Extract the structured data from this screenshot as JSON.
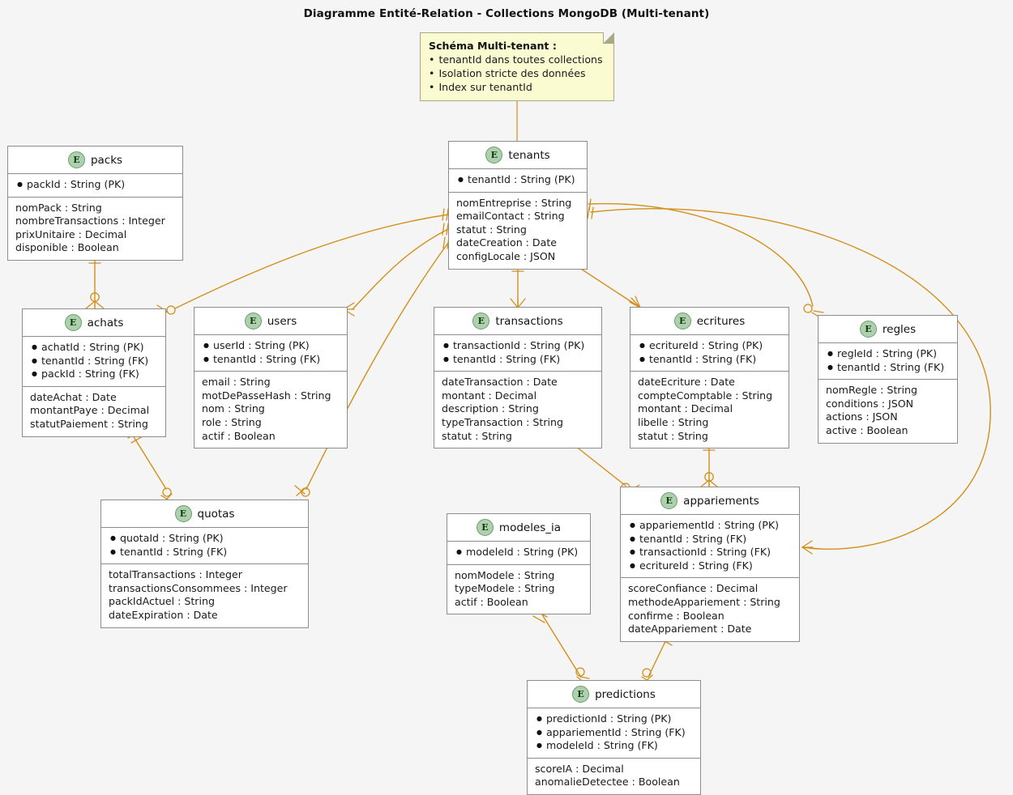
{
  "title": "Diagramme Entité-Relation - Collections MongoDB (Multi-tenant)",
  "colors": {
    "background": "#f5f5f5",
    "entity_fill": "#ffffff",
    "entity_border": "#8d8d8d",
    "entity_icon_fill": "#add1ad",
    "note_fill": "#fbfbd2",
    "note_border": "#a9a988",
    "relation_line": "#d38f1a",
    "text": "#1a1a1a"
  },
  "note": {
    "title": "Schéma Multi-tenant :",
    "items": [
      "tenantId dans toutes collections",
      "Isolation stricte des données",
      "Index sur tenantId"
    ]
  },
  "entity_icon_letter": "E",
  "entities": [
    {
      "id": "packs",
      "name": "packs",
      "keys": [
        "packId : String (PK)"
      ],
      "fields": [
        "nomPack : String",
        "nombreTransactions : Integer",
        "prixUnitaire : Decimal",
        "disponible : Boolean"
      ]
    },
    {
      "id": "tenants",
      "name": "tenants",
      "keys": [
        "tenantId : String (PK)"
      ],
      "fields": [
        "nomEntreprise : String",
        "emailContact : String",
        "statut : String",
        "dateCreation : Date",
        "configLocale : JSON"
      ]
    },
    {
      "id": "achats",
      "name": "achats",
      "keys": [
        "achatId : String (PK)",
        "tenantId : String (FK)",
        "packId : String (FK)"
      ],
      "fields": [
        "dateAchat : Date",
        "montantPaye : Decimal",
        "statutPaiement : String"
      ]
    },
    {
      "id": "users",
      "name": "users",
      "keys": [
        "userId : String (PK)",
        "tenantId : String (FK)"
      ],
      "fields": [
        "email : String",
        "motDePasseHash : String",
        "nom : String",
        "role : String",
        "actif : Boolean"
      ]
    },
    {
      "id": "transactions",
      "name": "transactions",
      "keys": [
        "transactionId : String (PK)",
        "tenantId : String (FK)"
      ],
      "fields": [
        "dateTransaction : Date",
        "montant : Decimal",
        "description : String",
        "typeTransaction : String",
        "statut : String"
      ]
    },
    {
      "id": "ecritures",
      "name": "ecritures",
      "keys": [
        "ecritureId : String (PK)",
        "tenantId : String (FK)"
      ],
      "fields": [
        "dateEcriture : Date",
        "compteComptable : String",
        "montant : Decimal",
        "libelle : String",
        "statut : String"
      ]
    },
    {
      "id": "regles",
      "name": "regles",
      "keys": [
        "regleId : String (PK)",
        "tenantId : String (FK)"
      ],
      "fields": [
        "nomRegle : String",
        "conditions : JSON",
        "actions : JSON",
        "active : Boolean"
      ]
    },
    {
      "id": "quotas",
      "name": "quotas",
      "keys": [
        "quotaId : String (PK)",
        "tenantId : String (FK)"
      ],
      "fields": [
        "totalTransactions : Integer",
        "transactionsConsommees : Integer",
        "packIdActuel : String",
        "dateExpiration : Date"
      ]
    },
    {
      "id": "modeles_ia",
      "name": "modeles_ia",
      "keys": [
        "modeleId : String (PK)"
      ],
      "fields": [
        "nomModele : String",
        "typeModele : String",
        "actif : Boolean"
      ]
    },
    {
      "id": "appariements",
      "name": "appariements",
      "keys": [
        "appariementId : String (PK)",
        "tenantId : String (FK)",
        "transactionId : String (FK)",
        "ecritureId : String (FK)"
      ],
      "fields": [
        "scoreConfiance : Decimal",
        "methodeAppariement : String",
        "confirme : Boolean",
        "dateAppariement : Date"
      ]
    },
    {
      "id": "predictions",
      "name": "predictions",
      "keys": [
        "predictionId : String (PK)",
        "appariementId : String (FK)",
        "modeleId : String (FK)"
      ],
      "fields": [
        "scoreIA : Decimal",
        "anomalieDetectee : Boolean"
      ]
    }
  ],
  "relations": [
    {
      "from": "note",
      "to": "tenants",
      "from_card": "",
      "to_card": ""
    },
    {
      "from": "packs",
      "to": "achats",
      "from_card": "one",
      "to_card": "zero-many"
    },
    {
      "from": "tenants",
      "to": "achats",
      "from_card": "one",
      "to_card": "zero-many"
    },
    {
      "from": "tenants",
      "to": "users",
      "from_card": "one",
      "to_card": "zero-many"
    },
    {
      "from": "tenants",
      "to": "transactions",
      "from_card": "one",
      "to_card": "zero-many"
    },
    {
      "from": "tenants",
      "to": "ecritures",
      "from_card": "one",
      "to_card": "zero-many"
    },
    {
      "from": "tenants",
      "to": "regles",
      "from_card": "one",
      "to_card": "zero-many"
    },
    {
      "from": "tenants",
      "to": "quotas",
      "from_card": "one",
      "to_card": "zero-many"
    },
    {
      "from": "tenants",
      "to": "appariements",
      "from_card": "one",
      "to_card": "zero-many"
    },
    {
      "from": "achats",
      "to": "quotas",
      "from_card": "one",
      "to_card": "zero-many"
    },
    {
      "from": "transactions",
      "to": "appariements",
      "from_card": "one",
      "to_card": "zero-many"
    },
    {
      "from": "ecritures",
      "to": "appariements",
      "from_card": "one",
      "to_card": "zero-many"
    },
    {
      "from": "appariements",
      "to": "predictions",
      "from_card": "one",
      "to_card": "zero-many"
    },
    {
      "from": "modeles_ia",
      "to": "predictions",
      "from_card": "one",
      "to_card": "zero-many"
    }
  ]
}
